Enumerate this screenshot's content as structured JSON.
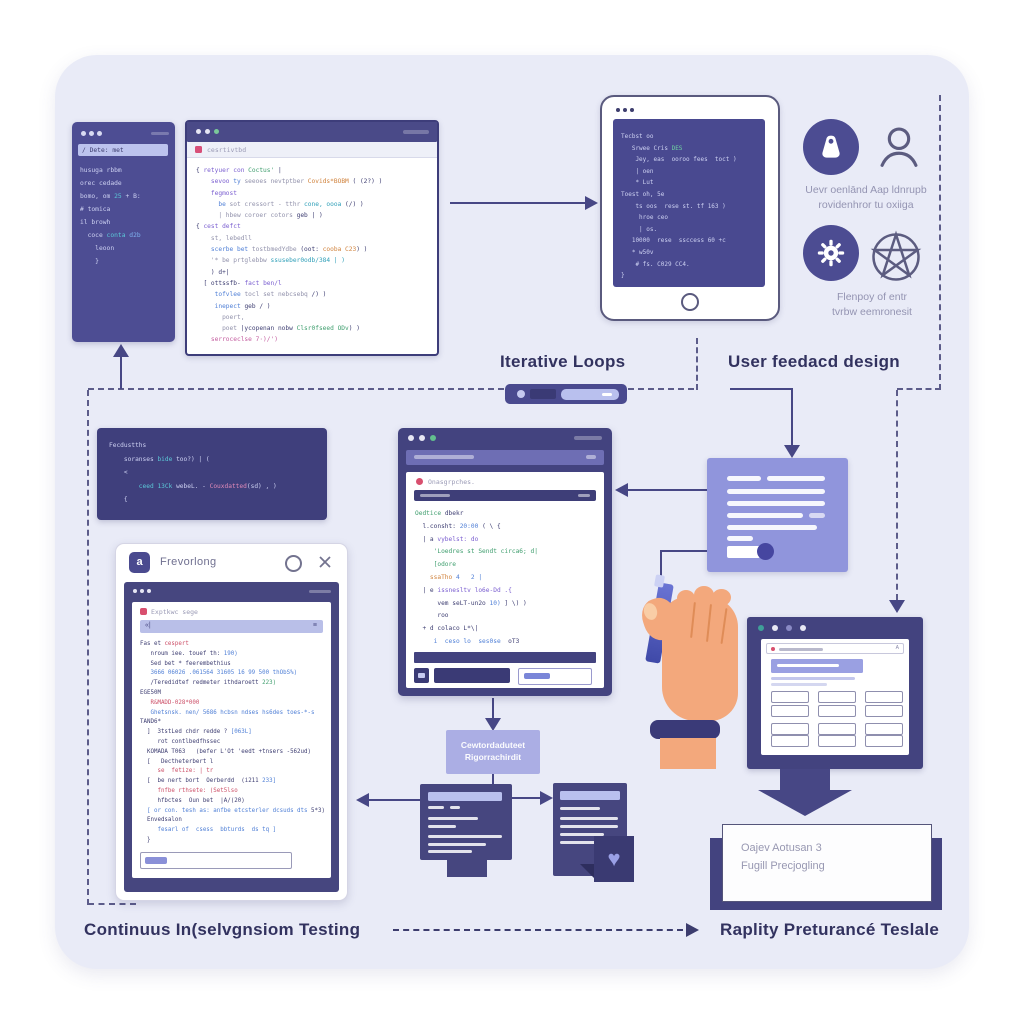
{
  "labels": {
    "iterative_loops": "Iterative Loops",
    "user_feedback": "User feedacd design",
    "ci_testing": "Continuus In(selvgnsiom Testing",
    "perf_testing": "Raplity Preturancé Teslale"
  },
  "icon_captions": {
    "user_line1": "Uevr oenlānd Aap ldnrupb",
    "user_line2": "rovidenhror tu oxiiga",
    "deploy_line1": "Flenpoy of entr",
    "deploy_line2": "tvrbw eemronesit"
  },
  "phone": {
    "highlight": "/ Dete: met",
    "lines": [
      [
        [
          "husuga rbbm",
          "lg"
        ]
      ],
      [
        [
          "orec cedade",
          "lg"
        ]
      ],
      [
        [
          "bomo, om ",
          "lg"
        ],
        [
          "25",
          "tl"
        ],
        [
          " + B:",
          "lg"
        ]
      ],
      [
        [
          "# tomica",
          "lg"
        ]
      ],
      [
        [
          "il browh",
          "lg"
        ]
      ],
      [
        [
          "  coce ",
          "lg"
        ],
        [
          "conta ",
          "tl"
        ],
        [
          "d2b",
          "b2"
        ]
      ],
      [
        [
          "    leoon",
          "lg"
        ]
      ],
      [
        [
          "    }",
          "lg"
        ]
      ]
    ]
  },
  "editor_main": {
    "tab": "cesrtivtbd",
    "lines": [
      [
        [
          "{ ",
          "d"
        ],
        [
          "retyuer con ",
          "p"
        ],
        [
          "Coctus' ",
          "g"
        ],
        [
          "|",
          "d"
        ]
      ],
      [
        [
          "    sevoo ",
          "p"
        ],
        [
          "ty ",
          "b"
        ],
        [
          "seeoes nevtptber ",
          "gr"
        ],
        [
          "Covids*BOBM ",
          "o"
        ],
        [
          "( (2?) )",
          "d"
        ]
      ],
      [
        [
          "    fegmost",
          "p"
        ]
      ],
      [
        [
          "      be ",
          "b"
        ],
        [
          "sot cressort - tthr ",
          "gr"
        ],
        [
          "cone, oooa ",
          "t"
        ],
        [
          "(/) )",
          "d"
        ]
      ],
      [
        [
          "      | hbew coroer cotors ",
          "gr"
        ],
        [
          "geb | )",
          "d"
        ]
      ],
      [
        [
          "{ ",
          "d"
        ],
        [
          "cest defct",
          "p"
        ]
      ],
      [
        [
          "    st, lebedll",
          "gr"
        ]
      ],
      [
        [
          "    scerbe bet ",
          "b"
        ],
        [
          "tostbmedYdbe ",
          "gr"
        ],
        [
          "(oot: ",
          "d"
        ],
        [
          "cooba C23",
          "o"
        ],
        [
          ") )",
          "d"
        ]
      ],
      [
        [
          "    '* be prtglebbw ",
          "gr"
        ],
        [
          "ssuseber0odb/384 | )",
          "t"
        ]
      ],
      [
        [
          "    ) d+|",
          "d"
        ]
      ],
      [
        [
          "  [ ottssfb- ",
          "d"
        ],
        [
          "fact ben/l",
          "p"
        ]
      ],
      [
        [
          "     tofvlee ",
          "b"
        ],
        [
          "tocl set nebcsebq ",
          "gr"
        ],
        [
          "/) )",
          "d"
        ]
      ],
      [
        [
          "     inepect ",
          "b"
        ],
        [
          "geb / )",
          "d"
        ]
      ],
      [
        [
          "       poert,",
          "gr"
        ]
      ],
      [
        [
          "       poet ",
          "gr"
        ],
        [
          "|ycopenan nobw ",
          "d"
        ],
        [
          "Clsr0fseed ODv",
          "g"
        ],
        [
          ") )",
          "d"
        ]
      ],
      [
        [
          "    serroceclse ",
          "pk"
        ],
        [
          "7·)/')",
          "pk"
        ]
      ]
    ]
  },
  "tablet": {
    "lines": [
      [
        [
          "Tecbst oo",
          "lg"
        ]
      ],
      [
        [
          "   Srwee Cris ",
          "lg"
        ],
        [
          "DES",
          "g2"
        ]
      ],
      [
        [
          "    Jey, eas  ooroo fees  toct )",
          "lg"
        ]
      ],
      [
        [
          "    | oen",
          "lg"
        ]
      ],
      [
        [
          "    * Lut",
          "lg"
        ]
      ],
      [
        [
          "Toest oh, 5e",
          "lg"
        ]
      ],
      [
        [
          "    ts oos  rese st. tf 163 )",
          "lg"
        ]
      ],
      [
        [
          "     hroe ceo",
          "lg"
        ]
      ],
      [
        [
          "     | os.",
          "lg"
        ]
      ],
      [
        [
          "   10000  rese  ssccess 60 +c",
          "lg"
        ]
      ],
      [
        [
          "   * w50v",
          "lg"
        ]
      ],
      [
        [
          "    # fs. C029 CC4.",
          "lg"
        ]
      ],
      [
        [
          "}",
          "lg"
        ]
      ]
    ]
  },
  "snippet": {
    "lines": [
      [
        [
          "Fecdustths",
          "lg"
        ]
      ],
      [
        [
          "    soranses ",
          "lg"
        ],
        [
          "bide ",
          "tl"
        ],
        [
          "too?) | (",
          "lg"
        ]
      ],
      [
        [
          "    <",
          "lg"
        ]
      ],
      [
        [
          "        ceed ",
          "tl"
        ],
        [
          "13Ck ",
          "tl"
        ],
        [
          "webeL. - ",
          "lg"
        ],
        [
          "Couxdatted",
          "pk2"
        ],
        [
          "(sd) , )",
          "lg"
        ]
      ],
      [
        [
          "    {",
          "lg"
        ]
      ]
    ]
  },
  "mid_editor": {
    "page_label": "Onasgrpches.",
    "lines": [
      [
        [
          "Oedtice ",
          "g"
        ],
        [
          "dbekr",
          "d"
        ]
      ],
      [
        [
          "  l.consht: ",
          "d"
        ],
        [
          "20:00",
          "b"
        ],
        [
          " ( \\ {",
          "d"
        ]
      ],
      [
        [
          "  | a ",
          "d"
        ],
        [
          "vybelst: do",
          "p"
        ]
      ],
      [
        [
          "     'Loedres st Sendt circa6; d|",
          "g"
        ]
      ],
      [
        [
          "     [odore",
          "g"
        ]
      ],
      [
        [
          "    ssaTho ",
          "o"
        ],
        [
          "4   2 |",
          "b"
        ]
      ],
      [
        [
          "  | e ",
          "d"
        ],
        [
          "issnesltv lo6e-Dd .{",
          "p"
        ]
      ],
      [
        [
          "      vem seLT-un2o ",
          "d"
        ],
        [
          "10)",
          "b"
        ],
        [
          " ] \\) )",
          "d"
        ]
      ],
      [
        [
          "      roo",
          "d"
        ]
      ],
      [
        [
          "  + d colaco L*\\|",
          "d"
        ]
      ],
      [
        [
          "     i  ceso lo  ses0se  ",
          "b"
        ],
        [
          "oT3",
          "d"
        ]
      ]
    ]
  },
  "browser": {
    "title": "Frevorlong",
    "logo_letter": "a",
    "page_label": "Exptkwc sege",
    "lines": [
      [
        [
          "Fas et ",
          "d"
        ],
        [
          "cespert",
          "r"
        ]
      ],
      [
        [
          "   nroum iee. touef th: ",
          "d"
        ],
        [
          "190)",
          "b"
        ]
      ],
      [
        [
          "   Sed bet * feerembethius",
          "d"
        ]
      ],
      [
        [
          "   3666 06026 .061564 31605 16 99 500 ",
          "b"
        ],
        [
          "thObS%)",
          "b"
        ]
      ],
      [
        [
          "   /Teredidtef redmeter ithdaroett ",
          "d"
        ],
        [
          "223)",
          "g"
        ]
      ],
      [
        [
          "EGE50M",
          "d"
        ]
      ],
      [
        [
          "   R&MADD-028*000",
          "r"
        ]
      ],
      [
        [
          "   Ghetsnsk. nen/ 5686 hcbsn ndses hs6des toes-*-s",
          "b"
        ]
      ],
      [
        [
          "TAND6*",
          "d"
        ]
      ],
      [
        [
          "  ]  3tstLed chdr redde ? ",
          "d"
        ],
        [
          "[063L]",
          "b"
        ]
      ],
      [
        [
          "     rot contlbedfhssec",
          "d"
        ]
      ],
      [
        [
          "  KOMADA T063   (befer L'Ot 'eedt +tnsers -562ud)",
          "d"
        ]
      ],
      [
        [
          "  [   Dectheterbert l",
          "d"
        ]
      ],
      [
        [
          "     se  fetize: | tr",
          "r"
        ]
      ],
      [
        [
          "  [  be nert bort  Oerberdd  (i211 ",
          "d"
        ],
        [
          "233]",
          "b"
        ]
      ],
      [
        [
          "     fnfbe rthsete: (Set5lso",
          "r"
        ]
      ],
      [
        [
          "     hfbctes  Oun bet  |A/(20)",
          "d"
        ]
      ],
      [
        [
          "  [ or con. tesh as: anfbe etcsterler dcsuds dts ",
          "b"
        ],
        [
          "5*3)",
          "d"
        ]
      ],
      [
        [
          "  Envedsalon",
          "d"
        ]
      ],
      [
        [
          "     fesarl of  csess  bbturds  ds tq ]",
          "b"
        ]
      ],
      [
        [
          "  }",
          "d"
        ]
      ]
    ]
  },
  "flow_box": {
    "line1": "Cewtordaduteet",
    "line2": "Rigorrachirdit"
  },
  "result_card": {
    "line1": "Oajev Aotusan 3",
    "line2": "Fugill Precjogling"
  },
  "colors": {
    "panel_bg": "#e9ebf7",
    "dark_purple": "#46467f",
    "mid_purple": "#4c4c92",
    "light_purple_card": "#9095dc",
    "label_box": "#abaee4",
    "arrow": "#474785",
    "skin": "#f3a87c",
    "stylus_blue": "#4a55c0",
    "accent_red": "#d84f6e",
    "label_text": "#32325f"
  }
}
